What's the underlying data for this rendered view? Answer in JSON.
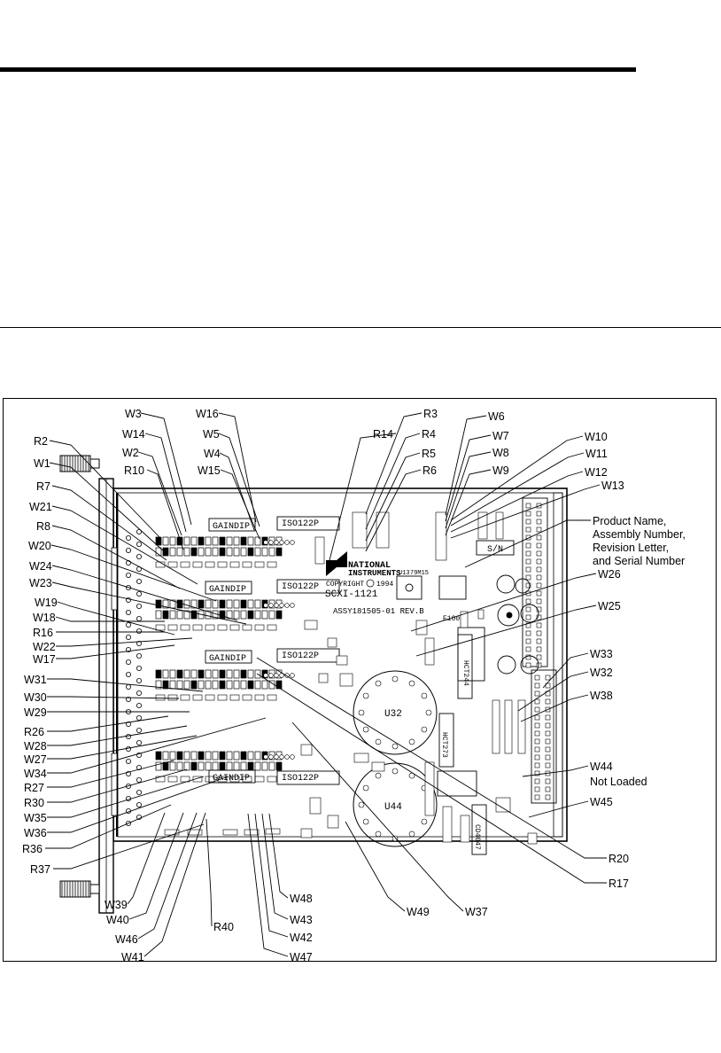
{
  "figure": {
    "labels": [
      "W3",
      "W16",
      "R3",
      "W6",
      "W14",
      "W5",
      "R14",
      "R4",
      "W7",
      "W10",
      "R2",
      "W2",
      "W4",
      "R5",
      "W8",
      "W11",
      "W1",
      "R10",
      "W15",
      "R6",
      "W9",
      "W12",
      "W13",
      "R7",
      "W21",
      "R8",
      "W20",
      "W24",
      "W23",
      "W19",
      "W18",
      "R16",
      "W22",
      "W17",
      "W31",
      "W30",
      "W29",
      "R26",
      "W28",
      "W27",
      "W34",
      "R27",
      "R30",
      "W35",
      "W36",
      "R36",
      "R37",
      "W26",
      "W25",
      "W33",
      "W32",
      "W38",
      "W44",
      "W45",
      "R20",
      "R17",
      "W39",
      "W40",
      "W46",
      "W41",
      "R40",
      "W48",
      "W43",
      "W42",
      "W47",
      "W49",
      "W37"
    ],
    "callout_note": [
      "Product Name,",
      "Assembly Number,",
      "Revision Letter,",
      "and Serial Number"
    ],
    "w44_note": "Not Loaded",
    "board_markings": {
      "brand_line1": "NATIONAL",
      "brand_line2": "INSTRUMENTS",
      "copyright": "COPYRIGHT",
      "year": "1994",
      "model": "SCXI-1121",
      "assembly": "ASSY181505-01  REV.B",
      "sn_box": "S/N",
      "gain_chip": "GAINDIP",
      "iso_chip": "ISO122P",
      "u32": "U32",
      "u44": "U44",
      "hct244": "HCT244",
      "hct273": "HCT273",
      "cd4047": "CD4047",
      "e100": "E100",
      "u13": "U13",
      "xmas": "79M15"
    }
  }
}
